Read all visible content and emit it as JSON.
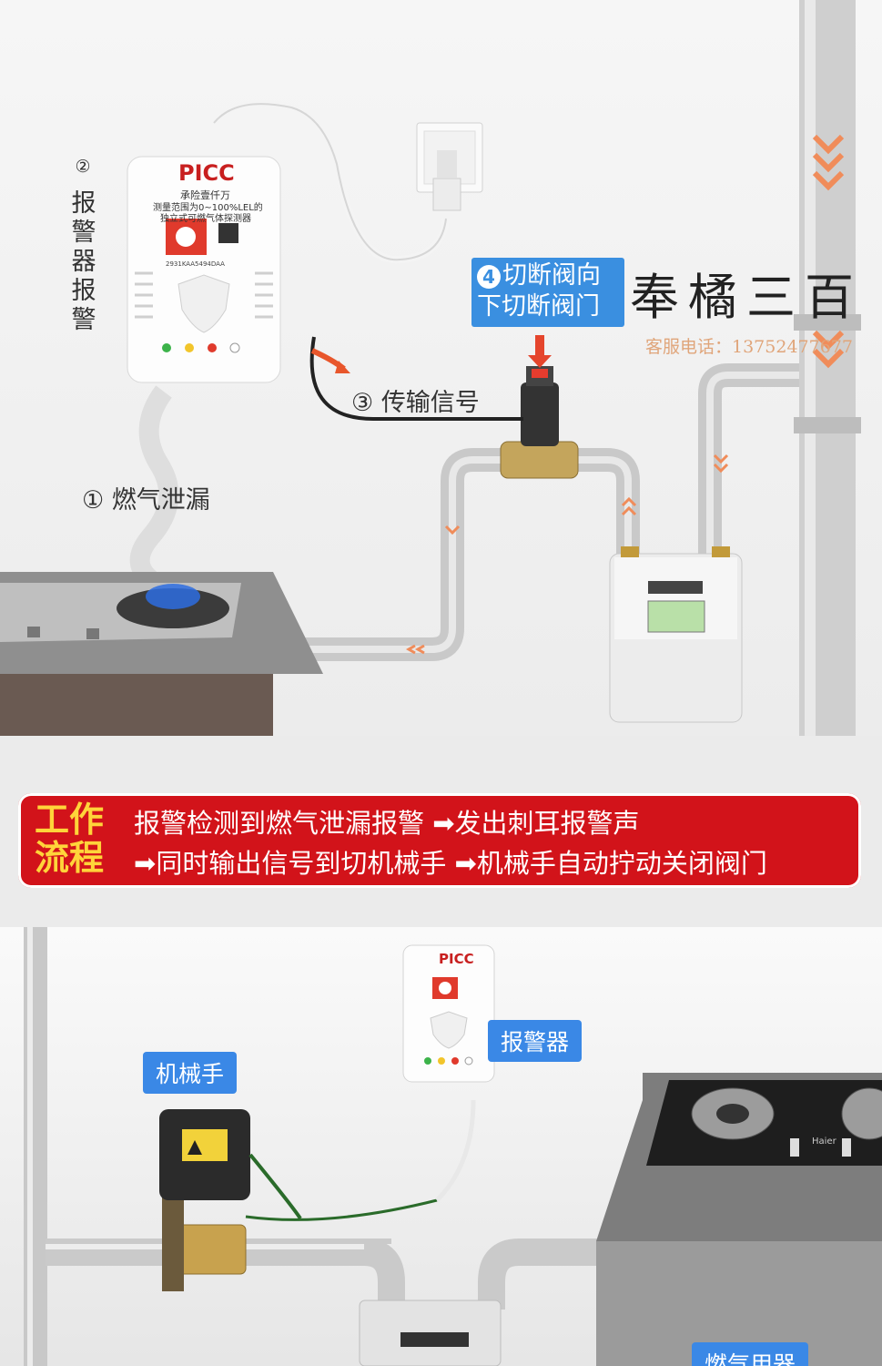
{
  "top": {
    "detector_brand": "PICC",
    "detector_line1": "承险壹仟万",
    "detector_line2": "测量范围为0~100%LEL的",
    "detector_line3": "独立式可燃气体探测器",
    "detector_code": "2931KAA5494DAA",
    "step1_num": "①",
    "step1_text": "燃气泄漏",
    "step2_num": "②",
    "step2_text": "报警器报警",
    "step3_num": "③",
    "step3_text": "传输信号",
    "step4_num": "4",
    "step4_line1": "切断阀向",
    "step4_line2": "下切断阀门",
    "watermark": "奉橘三百",
    "phone": "客服电话：13752477677"
  },
  "banner": {
    "title": "工作流程",
    "line1_a": "报警检测到燃气泄漏报警",
    "line1_b": "发出刺耳报警声",
    "line2_a": "同时输出信号到切机械手",
    "line2_b": "机械手自动拧动关闭阀门",
    "arrow": "➡"
  },
  "bottom": {
    "label_manipulator": "机械手",
    "label_alarm": "报警器",
    "label_appliance": "燃气用器",
    "detector_brand": "PICC",
    "stove_brand": "Haier"
  },
  "colors": {
    "banner_red": "#d2131a",
    "banner_title": "#ffd43a",
    "label_blue": "#3a88e6",
    "watermark_phone": "#e0a57a"
  }
}
